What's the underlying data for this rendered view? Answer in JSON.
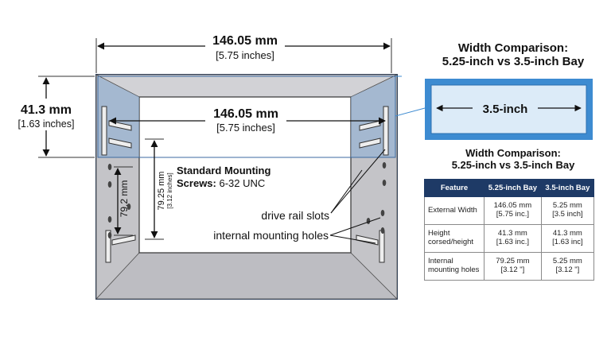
{
  "dimensions": {
    "top_width": "146.05 mm",
    "top_width_in": "[5.75 inches]",
    "height": "41.3 mm",
    "height_in": "[1.63 inches]",
    "inner_width": "146.05 mm",
    "inner_width_in": "[5.75 inches]",
    "vertical_spacing": "79.25 mm",
    "vertical_spacing_in": "[3.12 inches]",
    "rail_spacing": "79.2 mm"
  },
  "labels": {
    "screws_bold": "Standard Mounting",
    "screws_bold2": "Screws:",
    "screws_spec": " 6-32 UNC",
    "drive_rail_slots": "drive rail slots",
    "internal_mounting_holes": "internal mounting holes",
    "bay_label": "3.5-inch"
  },
  "panel": {
    "title_line1": "Width Comparison:",
    "title_line2": "5.25-inch vs 3.5-inch Bay",
    "table_title_line1": "Width Comparison:",
    "table_title_line2": "5.25-inch vs 3.5-inch Bay"
  },
  "table": {
    "headers": [
      "Feature",
      "5.25-inch Bay",
      "3.5-inch Bay"
    ],
    "rows": [
      {
        "feature": [
          "External Width",
          ""
        ],
        "a": [
          "146.05 mm",
          "[5.75 inc.]"
        ],
        "b": [
          "5.25 mm",
          "[3.5 inch]"
        ]
      },
      {
        "feature": [
          "Height",
          "corsed/height"
        ],
        "a": [
          "41.3 mm",
          "[1.63 inc.]"
        ],
        "b": [
          "41.3 mm",
          "[1.63 inc]"
        ]
      },
      {
        "feature": [
          "Internal",
          "mounting holes"
        ],
        "a": [
          "79.25 mm",
          "[3.12 \"]"
        ],
        "b": [
          "5.25 mm",
          "[3.12 \"]"
        ]
      }
    ]
  },
  "colors": {
    "outline": "#1f3558",
    "wall": "#c7c7cb",
    "wall_dark": "#b3b3b8",
    "highlight": "#8fb0d6",
    "bay_border": "#3d8bd1",
    "bay_fill": "#dcebf8",
    "header": "#1e3a66"
  }
}
